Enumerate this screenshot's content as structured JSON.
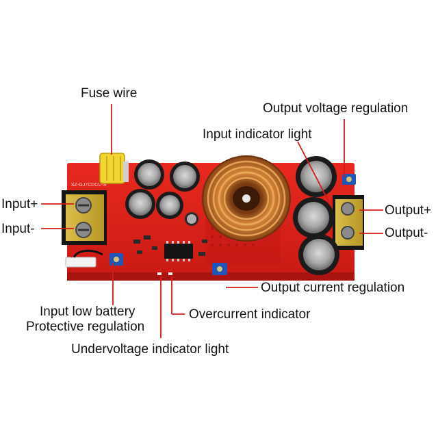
{
  "labels": {
    "fuse_wire": "Fuse wire",
    "output_voltage_regulation": "Output voltage regulation",
    "input_indicator_light": "Input indicator light",
    "input_plus": "Input+",
    "input_minus": "Input-",
    "output_plus": "Output+",
    "output_minus": "Output-",
    "output_current_regulation": "Output current regulation",
    "input_low_battery": "Input low battery",
    "protective_regulation": "Protective regulation",
    "overcurrent_indicator": "Overcurrent indicator",
    "undervoltage_indicator_light": "Undervoltage indicator light"
  },
  "board": {
    "silkscreen": "SZ-GJ7CDCU-S"
  },
  "colors": {
    "pcb": "#e0221c",
    "pcb_dark": "#b3140f",
    "leader_line": "#d11b1b",
    "terminal_yellow": "#e0c23a",
    "fuse_yellow": "#f2d531",
    "copper": "#c9742c",
    "trimpot_blue": "#1f56b8"
  }
}
